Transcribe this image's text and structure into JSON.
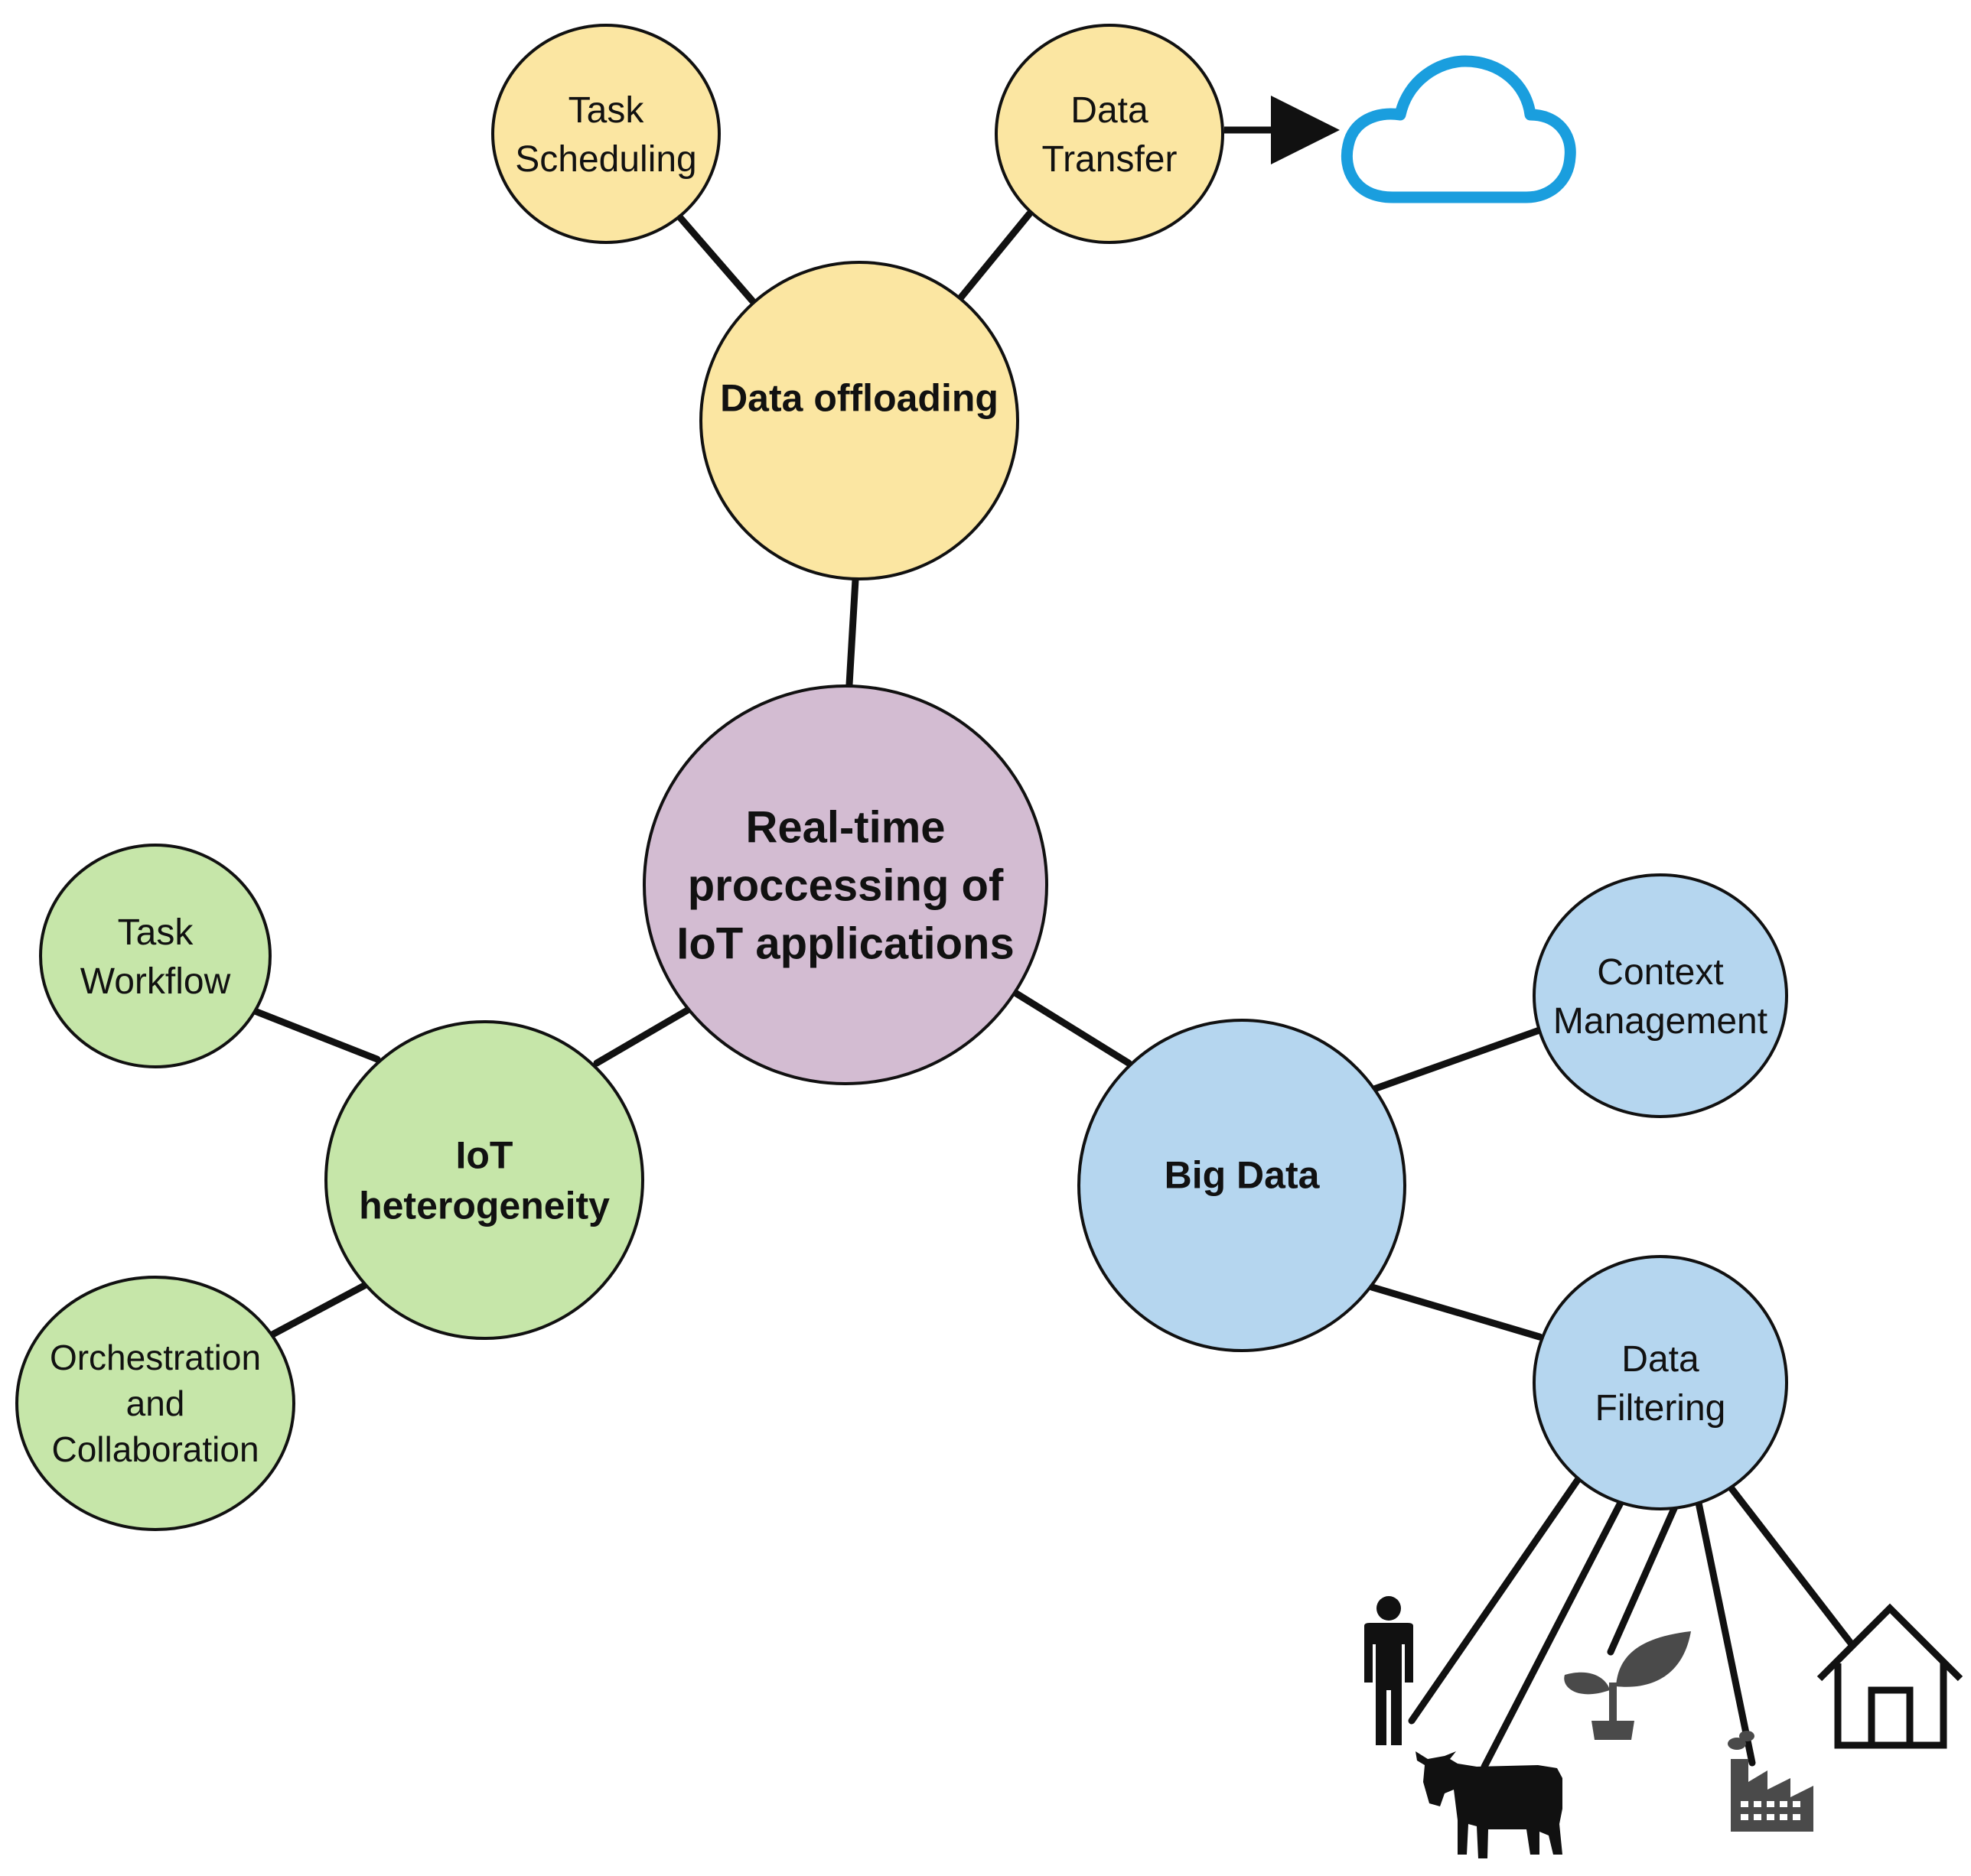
{
  "colors": {
    "yellow": "#fbe6a2",
    "purple": "#d3bcd2",
    "green": "#c6e6a9",
    "blue": "#b5d6ef",
    "stroke": "#111111",
    "cloud": "#1a9ede",
    "icon_gray": "#4a4a4a"
  },
  "nodes": {
    "center": {
      "lines": [
        "Real-time",
        "proccessing of",
        "IoT applications"
      ],
      "bold": true
    },
    "offloading": {
      "lines": [
        "Data offloading"
      ],
      "bold": true
    },
    "task_scheduling": {
      "lines": [
        "Task",
        "Scheduling"
      ],
      "bold": false
    },
    "data_transfer": {
      "lines": [
        "Data",
        "Transfer"
      ],
      "bold": false
    },
    "heterogeneity": {
      "lines": [
        "IoT",
        "heterogeneity"
      ],
      "bold": true
    },
    "task_workflow": {
      "lines": [
        "Task",
        "Workflow"
      ],
      "bold": false
    },
    "orchestration": {
      "lines": [
        "Orchestration",
        "and",
        "Collaboration"
      ],
      "bold": false
    },
    "big_data": {
      "lines": [
        "Big Data"
      ],
      "bold": true
    },
    "context_mgmt": {
      "lines": [
        "Context",
        "Management"
      ],
      "bold": false
    },
    "data_filtering": {
      "lines": [
        "Data",
        "Filtering"
      ],
      "bold": false
    }
  },
  "icons": [
    "cloud-icon",
    "person-icon",
    "cow-icon",
    "plant-icon",
    "factory-icon",
    "house-icon"
  ]
}
